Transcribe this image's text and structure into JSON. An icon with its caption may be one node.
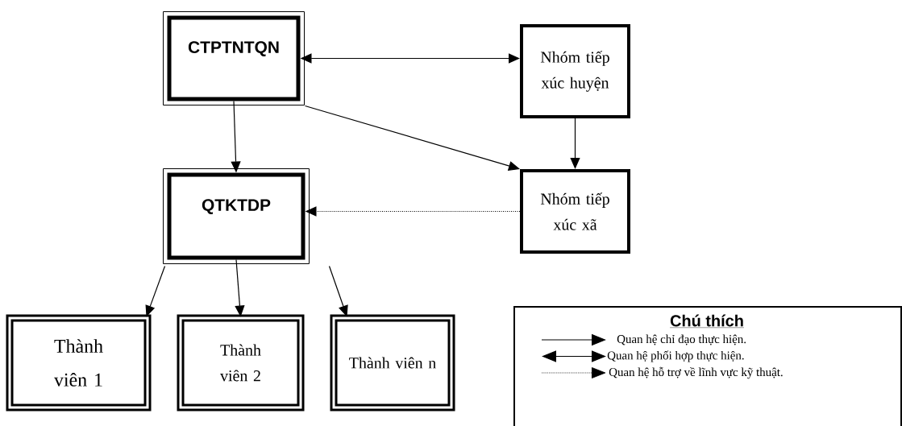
{
  "diagram": {
    "nodes": [
      {
        "text": [
          "CTPTNTQN"
        ]
      },
      {
        "text": [
          "Nhóm tiếp xúc huyện"
        ]
      },
      {
        "text": [
          "QTKTDP"
        ]
      },
      {
        "text": [
          "Nhóm tiếp xúc xã"
        ]
      },
      {
        "text": [
          "Thành viên 1"
        ]
      },
      {
        "text": [
          "Thành viên 2"
        ]
      },
      {
        "text": [
          "Thành viên n"
        ]
      }
    ],
    "edges": [
      {
        "from": 0,
        "to": 1,
        "arrow": "both"
      },
      {
        "from": 0,
        "to": 2,
        "arrow": "to"
      },
      {
        "from": 0,
        "to": 3,
        "arrow": "to"
      },
      {
        "from": 1,
        "to": 3,
        "arrow": "to"
      },
      {
        "from": 3,
        "to": 2,
        "arrow": "to",
        "style": "dashed"
      },
      {
        "from": 2,
        "to": 4,
        "arrow": "to"
      },
      {
        "from": 2,
        "to": 5,
        "arrow": "to"
      },
      {
        "from": 2,
        "to": 6,
        "arrow": "to"
      }
    ],
    "labels": [
      "Chú thích"
    ],
    "legend": [
      {
        "text": "Quan hệ chỉ đạo thực hiện."
      },
      {
        "text": "Quan hệ phối hợp thực hiện."
      },
      {
        "text": "Quan hệ hỗ trợ về lĩnh vực kỹ thuật."
      }
    ]
  }
}
